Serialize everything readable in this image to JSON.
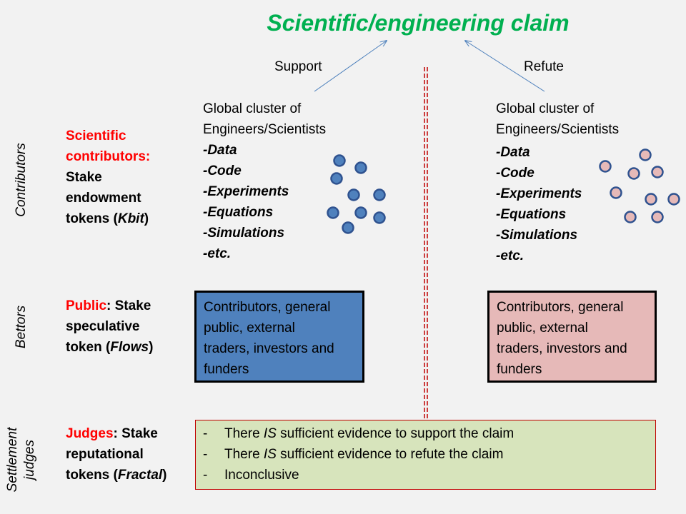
{
  "title": "Scientific/engineering claim",
  "support_label": "Support",
  "refute_label": "Refute",
  "side_labels": {
    "contributors": "Contributors",
    "bettors": "Bettors",
    "settlement_line1": "Settlement",
    "settlement_line2": "judges"
  },
  "roles": {
    "contributors": {
      "highlight1": "Scientific",
      "highlight2": "contributors:",
      "rest1": "Stake",
      "rest2": "endowment",
      "rest3": "tokens (",
      "token": "Kbit",
      "close": ")"
    },
    "public": {
      "highlight": "Public",
      "rest1": ": Stake",
      "rest2": "speculative",
      "rest3": "token (",
      "token": "Flows",
      "close": ")"
    },
    "judges": {
      "highlight": "Judges",
      "rest1": ": Stake",
      "rest2": "reputational",
      "rest3": "tokens (",
      "token": "Fractal",
      "close": ")"
    }
  },
  "cluster": {
    "line1": "Global cluster of",
    "line2": "Engineers/Scientists",
    "items": [
      "-Data",
      "-Code",
      "-Experiments",
      "-Equations",
      "-Simulations",
      "-etc."
    ]
  },
  "bettor_box": {
    "lines": [
      "Contributors, general",
      "public, external",
      "traders, investors and",
      "funders"
    ]
  },
  "judgement": [
    {
      "dash": "-",
      "pre": "There ",
      "em": "IS",
      "post": " sufficient evidence to support the claim"
    },
    {
      "dash": "-",
      "pre": "There ",
      "em": "IS",
      "post": " sufficient evidence to refute the claim"
    },
    {
      "dash": "-",
      "pre": "Inconclusive",
      "em": "",
      "post": ""
    }
  ],
  "colors": {
    "title": "#00b050",
    "highlight": "#ff0000",
    "support": "#4f81bd",
    "refute": "#e6b9b8",
    "judge_bg": "#d7e4bc"
  }
}
